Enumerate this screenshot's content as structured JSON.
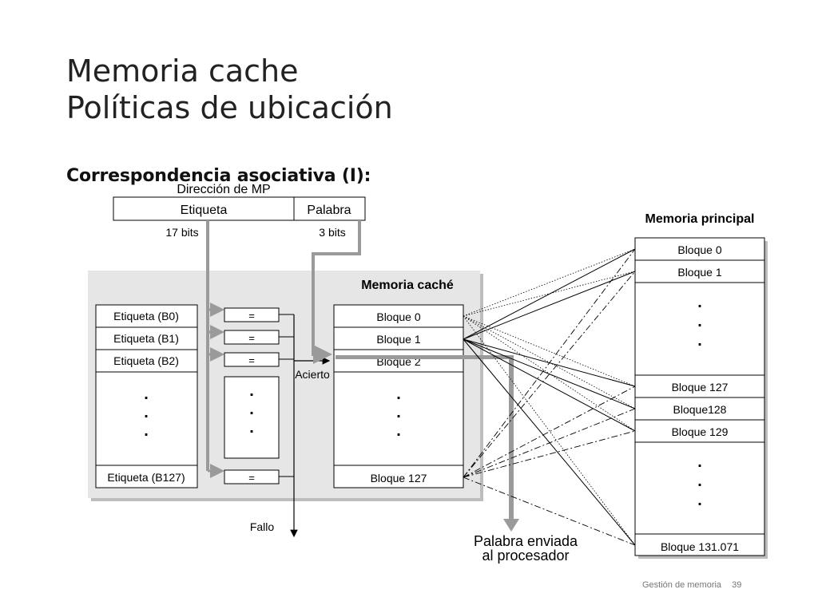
{
  "slide": {
    "title_line1": "Memoria cache",
    "title_line2": "Políticas de ubicación",
    "subtitle": "Correspondencia asociativa (I):",
    "footer_text": "Gestión de memoria",
    "page_number": "39"
  },
  "diagram": {
    "address_label": "Dirección de MP",
    "address_fields": [
      "Etiqueta",
      "Palabra"
    ],
    "field_bits": [
      "17 bits",
      "3 bits"
    ],
    "cache_label": "Memoria caché",
    "tag_rows": [
      "Etiqueta (B0)",
      "Etiqueta (B1)",
      "Etiqueta (B2)",
      "Etiqueta (B127)"
    ],
    "compare_symbol": "=",
    "cache_blocks": [
      "Bloque 0",
      "Bloque 1",
      "Bloque 2",
      "Bloque 127"
    ],
    "hit_label": "Acierto",
    "miss_label": "Fallo",
    "main_memory_label": "Memoria principal",
    "main_blocks": [
      "Bloque 0",
      "Bloque 1",
      "Bloque 127",
      "Bloque128",
      "Bloque 129",
      "Bloque 131.071"
    ],
    "output_label_line1": "Palabra enviada",
    "output_label_line2": "al procesador",
    "ellipsis": "."
  }
}
